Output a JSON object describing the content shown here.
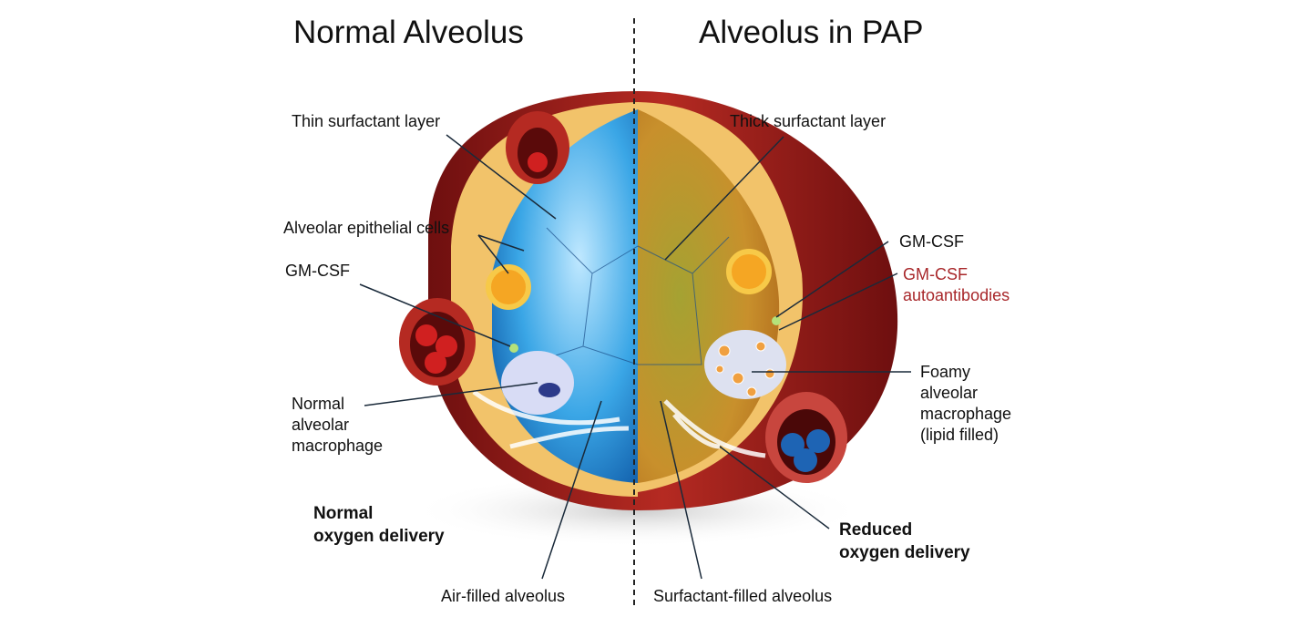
{
  "titles": {
    "left": "Normal Alveolus",
    "right": "Alveolus in PAP"
  },
  "left_labels": {
    "thin_surfactant": "Thin surfactant layer",
    "epithelial_cells": "Alveolar epithelial cells",
    "gm_csf": "GM-CSF",
    "macrophage": [
      "Normal",
      "alveolar",
      "macrophage"
    ],
    "oxygen": [
      "Normal",
      "oxygen delivery"
    ],
    "air_filled": "Air-filled alveolus"
  },
  "right_labels": {
    "thick_surfactant": "Thick surfactant layer",
    "gm_csf": "GM-CSF",
    "autoantibodies": [
      "GM-CSF",
      "autoantibodies"
    ],
    "foamy_macrophage": [
      "Foamy",
      "alveolar",
      "macrophage",
      "(lipid filled)"
    ],
    "oxygen": [
      "Reduced",
      "oxygen delivery"
    ],
    "surfactant_filled": "Surfactant-filled alveolus"
  },
  "colors": {
    "blood_vessel": "#8e1a1a",
    "air_alveolus": "#2a9be0",
    "surfactant": "#c98a2a",
    "autoantibody_text": "#a8272a",
    "normal_rbc": "#c81e1e",
    "pap_rbc": "#1e64b4"
  }
}
